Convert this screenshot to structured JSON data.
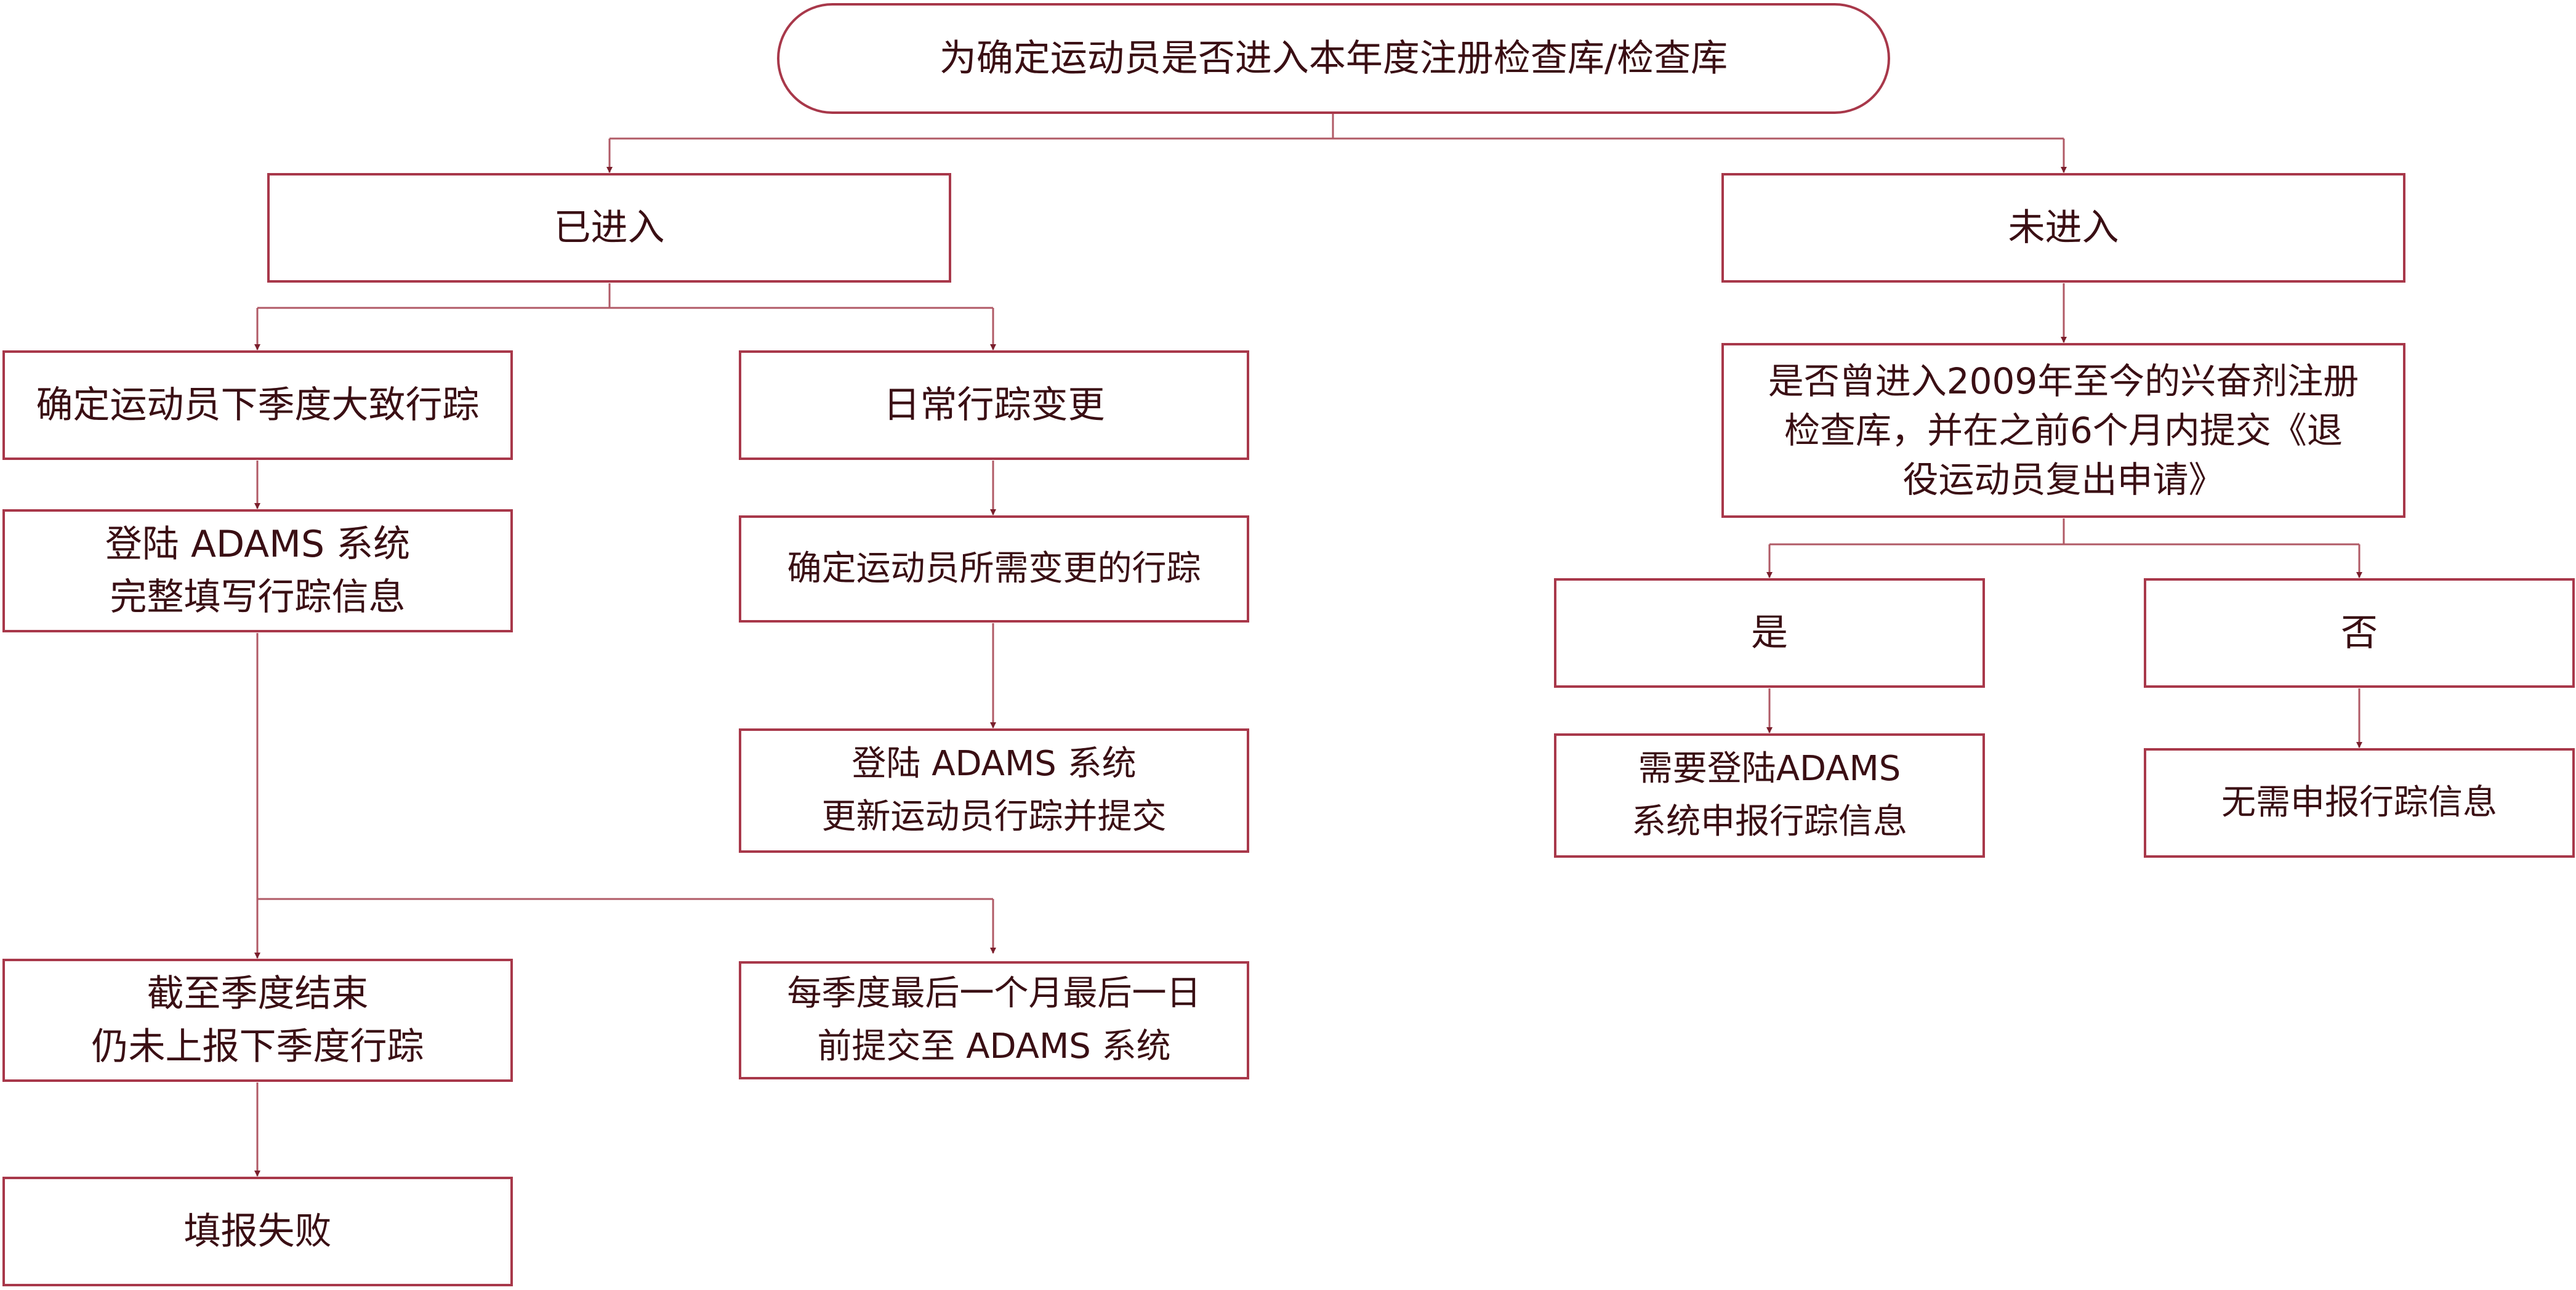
{
  "nodes": {
    "root": "为确定运动员是否进入本年度注册检查库/检查库",
    "entered": "已进入",
    "not_entered": "未进入",
    "quarter_itinerary": "确定运动员下季度大致行踪",
    "login_fill": [
      "登陆 ADAMS 系统",
      "完整填写行踪信息"
    ],
    "daily_change": "日常行踪变更",
    "confirm_change": "确定运动员所需变更的行踪",
    "login_update": [
      "登陆 ADAMS 系统",
      "更新运动员行踪并提交"
    ],
    "deadline_missed": [
      "截至季度结束",
      "仍未上报下季度行踪"
    ],
    "filing_failed": "填报失败",
    "submit_deadline": [
      "每季度最后一个月最后一日",
      "前提交至 ADAMS 系统"
    ],
    "ever_entered_question": [
      "是否曾进入2009年至今的兴奋剂注册",
      "检查库，并在之前6个月内提交《退",
      "役运动员复出申请》"
    ],
    "yes": "是",
    "no": "否",
    "need_login": [
      "需要登陆ADAMS",
      "系统申报行踪信息"
    ],
    "no_need": "无需申报行踪信息"
  },
  "colors": {
    "border": "#a8384a",
    "connector": "#7a1f2c",
    "text": "#3a0f14"
  }
}
